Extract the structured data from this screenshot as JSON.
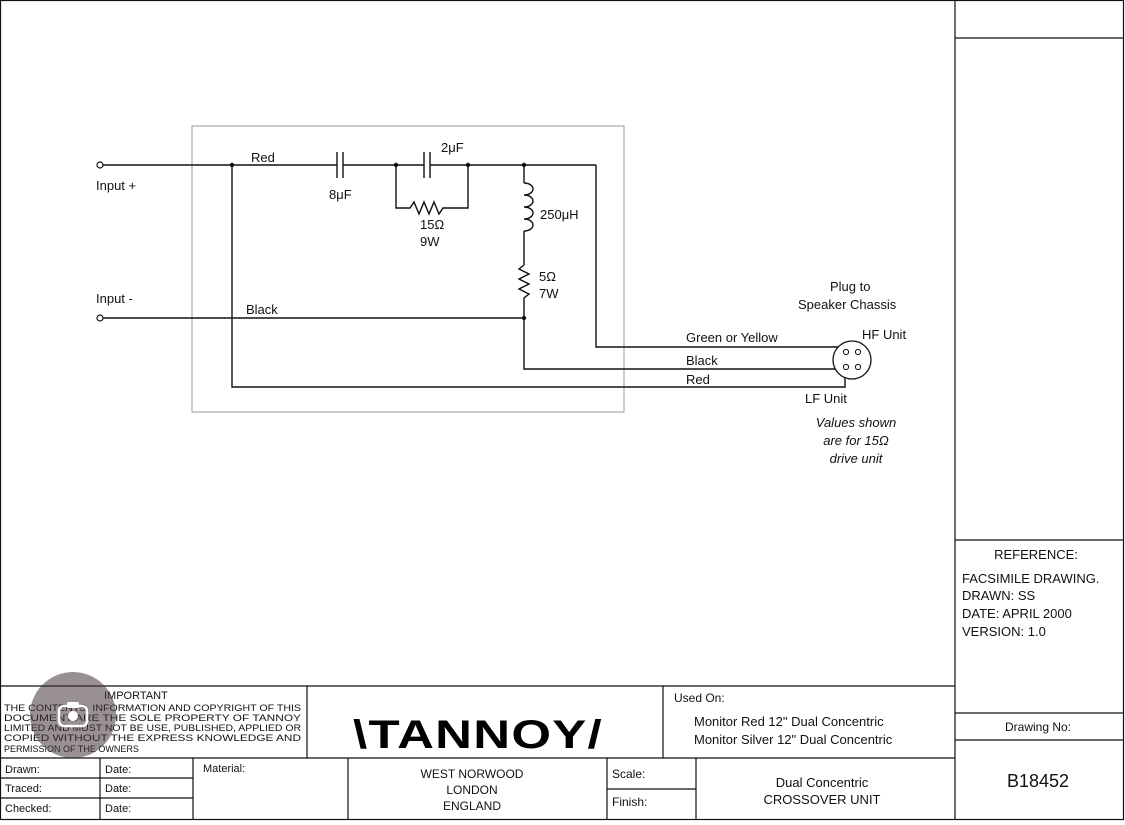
{
  "circuit": {
    "input_plus": "Input +",
    "input_minus": "Input -",
    "wire_red_top": "Red",
    "wire_black_left": "Black",
    "cap1": "8μF",
    "cap2": "2μF",
    "res1_value": "15Ω",
    "res1_power": "9W",
    "inductor": "250μH",
    "res2_value": "5Ω",
    "res2_power": "7W",
    "plug_line1": "Plug to",
    "plug_line2": "Speaker Chassis",
    "hf_unit": "HF Unit",
    "lf_unit": "LF Unit",
    "wire_green_yellow": "Green or Yellow",
    "wire_black_out": "Black",
    "wire_red_out": "Red",
    "note_line1": "Values shown",
    "note_line2": "are for 15Ω",
    "note_line3": "drive unit"
  },
  "reference": {
    "heading": "REFERENCE:",
    "line1": "FACSIMILE DRAWING.",
    "line2": "DRAWN: SS",
    "line3": "DATE: APRIL 2000",
    "line4": "VERSION: 1.0"
  },
  "title_block": {
    "important_heading": "IMPORTANT",
    "important_line1": "THE CONTENTS, INFORMATION AND COPYRIGHT OF THIS",
    "important_line2": "DOCUMENT ARE THE SOLE PROPERTY OF TANNOY",
    "important_line3": "LIMITED AND MUST NOT BE USE, PUBLISHED, APPLIED OR",
    "important_line4": "COPIED WITHOUT THE EXPRESS KNOWLEDGE AND",
    "important_line5": "PERMISSION OF THE OWNERS",
    "logo": "\\TANNOY/",
    "address_line1": "WEST NORWOOD",
    "address_line2": "LONDON",
    "address_line3": "ENGLAND",
    "used_on_label": "Used On:",
    "used_on_1": "Monitor Red 12\" Dual Concentric",
    "used_on_2": "Monitor Silver 12\" Dual Concentric",
    "drawn_label": "Drawn:",
    "traced_label": "Traced:",
    "checked_label": "Checked:",
    "date_label_1": "Date:",
    "date_label_2": "Date:",
    "date_label_3": "Date:",
    "material_label": "Material:",
    "scale_label": "Scale:",
    "finish_label": "Finish:",
    "title_line1": "Dual Concentric",
    "title_line2": "CROSSOVER UNIT",
    "drawing_no_label": "Drawing No:",
    "drawing_no": "B18452"
  },
  "icons": {
    "overlay": "camera-lens-icon"
  }
}
